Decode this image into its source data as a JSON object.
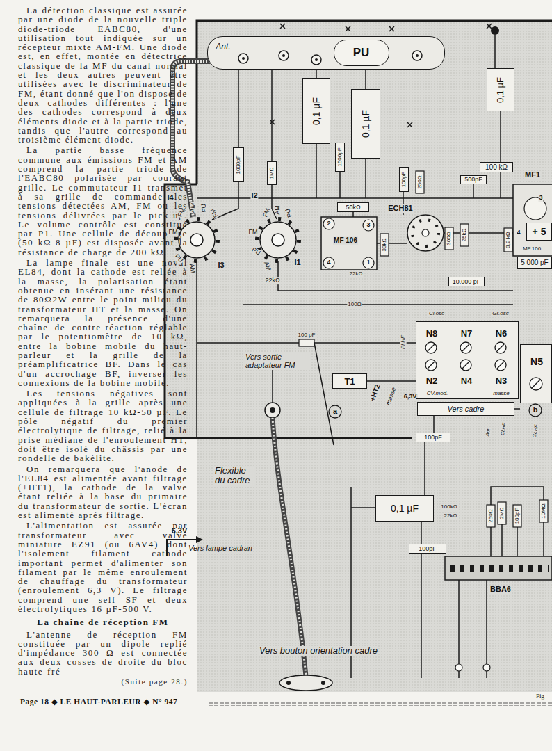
{
  "diagram": {
    "nodes": [
      {
        "text": [
          "Ant."
        ]
      },
      {
        "text": [
          "PU"
        ],
        "in": 0
      },
      {
        "text": [
          "0,1 µF"
        ]
      },
      {
        "text": [
          "0,1 µF"
        ]
      },
      {
        "text": [
          "0,1 µF"
        ]
      },
      {
        "text": [
          "1000pF"
        ]
      },
      {
        "text": [
          "1MΩ"
        ]
      },
      {
        "text": [
          "1500pF"
        ]
      },
      {
        "text": [
          "100pF"
        ]
      },
      {
        "text": [
          "100 kΩ"
        ]
      },
      {
        "text": [
          "500pF"
        ]
      },
      {
        "text": [
          "50kΩ"
        ]
      },
      {
        "text": [
          "+ 5"
        ]
      },
      {
        "text": [
          "5 000 pF"
        ]
      },
      {
        "text": [
          "10.000 pF"
        ]
      },
      {
        "text": [
          "N8",
          "N7",
          "N6",
          "N2",
          "N4",
          "N3",
          "CV.mod.",
          "masse"
        ]
      },
      {
        "text": [
          "N5"
        ]
      },
      {
        "text": [
          "T1"
        ]
      },
      {
        "text": [
          "Vers cadre"
        ]
      },
      {
        "text": [
          "100pF"
        ]
      },
      {
        "text": [
          "0,1 µF"
        ]
      },
      {
        "text": [
          "100pF"
        ]
      }
    ],
    "edges": [
      {
        "from": 0,
        "to": 2,
        "arrow": "none"
      },
      {
        "from": 0,
        "to": 3,
        "arrow": "none"
      },
      {
        "from": 17,
        "to": 15,
        "arrow": "none"
      },
      {
        "from": 18,
        "to": 19,
        "arrow": "none"
      },
      {
        "from": 19,
        "to": 20,
        "arrow": "none"
      },
      {
        "from": 20,
        "to": 21,
        "arrow": "none"
      }
    ],
    "labels": [
      "La détection classique est assurée par une diode de la nouvelle triple diode-triode EABC80, d'une utilisation tout indiquée sur un récepteur mixte AM-FM. Une diode est, en effet, montée en détectrice classique de la MF du canal normal et les deux autres peuvent être utilisées avec le discriminateur de FM, étant donné que l'on dispose de deux cathodes différentes : l'une des cathodes correspond à deux éléments diode et à la partie triode, tandis que l'autre correspond au troisième élément diode.",
      "La partie basse fréquence commune aux émissions FM et AM comprend la partie triode de l'EABC80 polarisée par courant grille. Le commutateur I1 transmet à sa grille de commande les tensions détectées AM, FM ou les tensions délivrées par le pick-up. Le volume contrôle est constitué par P1. Une cellule de découplage (50 kΩ-8 µF) est disposée avant la résistance de charge de 200 kΩ.",
      "La lampe finale est une noval EL84, dont la cathode est reliée à la masse, la polarisation étant obtenue en insérant une résistance de 80Ω2W entre le point milieu du transformateur HT et la masse. On remarquera la présence d'une chaîne de contre-réaction réglable par le potentiomètre de 10 kΩ, entre la bobine mobile du haut-parleur et la grille de la préamplificatrice BF. Dans le cas d'un accrochage BF, inverser les connexions de la bobine mobile.",
      "Les tensions négatives sont appliquées à la grille après une cellule de filtrage 10 kΩ-50 µF. Le pôle négatif du premier électrolytique de filtrage, relié à la prise médiane de l'enroulement HT, doit être isolé du châssis par une rondelle de bakélite.",
      "On remarquera que l'anode de l'EL84 est alimentée avant filtrage (+HT1), la cathode de la valve étant reliée à la base du primaire du transformateur de sortie. L'écran est alimenté après filtrage.",
      "L'alimentation est assurée par transformateur avec valve miniature EZ91 (ou 6AV4) dont l'isolement filament cathode important permet d'alimenter son filament par le même enroulement de chauffage du transformateur (enroulement 6,3 V). Le filtrage comprend une self SF et deux électrolytiques 16 µF-500 V.",
      "La chaîne de réception FM",
      "L'antenne de réception FM constituée par un dipole replié d'impédance 300 Ω est connectée aux deux cosses de droite du bloc haute-fré-",
      "(Suite page 28.)",
      "Page 18 ◆ LE HAUT-PARLEUR ◆ N° 947",
      "Fig",
      "I4",
      "FM",
      "AM",
      "PU",
      "FM",
      "FM",
      "PU",
      "AM",
      "I3",
      "I2",
      "FM",
      "AM",
      "PU",
      "FM",
      "PU",
      "AM",
      "I1",
      "22kΩ",
      "ECH81",
      "MF 106",
      "2",
      "3",
      "4",
      "1",
      "MF1",
      "3",
      "4",
      "250Ω",
      "300Ω",
      "25kΩ",
      "3,2 kΩ",
      "MF.106",
      "22kΩ",
      "33kΩ",
      "100Ω",
      "Cl.osc",
      "Gr.osc",
      "Pl.HF",
      "100 pF",
      "Vers sortie adaptateur FM",
      "+HT2",
      "masse",
      "6,3V",
      "a",
      "b",
      "Ant",
      "Cl.HF",
      "Gr.HF",
      "Flexible du cadre",
      "6,3V",
      "Vers lampe cadran",
      "100kΩ",
      "22kΩ",
      "250Ω",
      "2MΩ",
      "100pF",
      "10MΩ",
      "BBA6",
      "Vers bouton orientation cadre"
    ]
  }
}
